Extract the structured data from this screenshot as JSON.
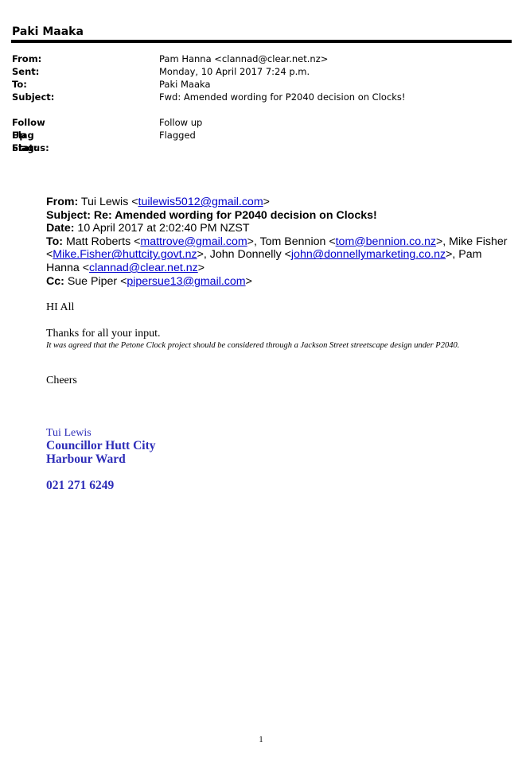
{
  "owner": "Paki Maaka",
  "header": {
    "from_label": "From:",
    "from_value": "Pam Hanna <clannad@clear.net.nz>",
    "sent_label": "Sent:",
    "sent_value": "Monday, 10 April 2017 7:24 p.m.",
    "to_label": "To:",
    "to_value": "Paki Maaka",
    "subject_label": "Subject:",
    "subject_value": "Fwd: Amended wording for P2040 decision on Clocks!",
    "followup_label": "Follow Up Flag:",
    "followup_value": "Follow up",
    "flagstatus_label": "Flag Status:",
    "flagstatus_value": "Flagged"
  },
  "forwarded": {
    "from_label": "From:",
    "from_name": " Tui Lewis <",
    "from_email": "tuilewis5012@gmail.com",
    "from_close": ">",
    "subject_text": "Subject: Re: Amended wording for P2040 decision on Clocks!",
    "date_label": "Date:",
    "date_value": " 10 April 2017 at 2:02:40 PM NZST",
    "to_label": "To:",
    "to_1_name": " Matt Roberts <",
    "to_1_email": "mattrove@gmail.com",
    "to_2_name": ">, Tom Bennion <",
    "to_2_email": "tom@bennion.co.nz",
    "to_3_name": ">, Mike Fisher <",
    "to_3_email": "Mike.Fisher@huttcity.govt.nz",
    "to_4_name": ">, John Donnelly <",
    "to_4_email": "john@donnellymarketing.co.nz",
    "to_5_name": ">, Pam Hanna <",
    "to_5_email": "clannad@clear.net.nz",
    "to_close": ">",
    "cc_label": "Cc:",
    "cc_name": " Sue Piper <",
    "cc_email": "pipersue13@gmail.com",
    "cc_close": ">"
  },
  "body": {
    "greeting": "HI All",
    "thanks": "Thanks for all your input.",
    "agreed": "It was agreed that the Petone Clock project should be considered through a Jackson Street streetscape design under P2040.",
    "signoff": "Cheers"
  },
  "signature": {
    "name": "Tui Lewis",
    "title": "Councillor Hutt City",
    "ward": "Harbour Ward",
    "phone": "021 271 6249"
  },
  "page_number": "1"
}
